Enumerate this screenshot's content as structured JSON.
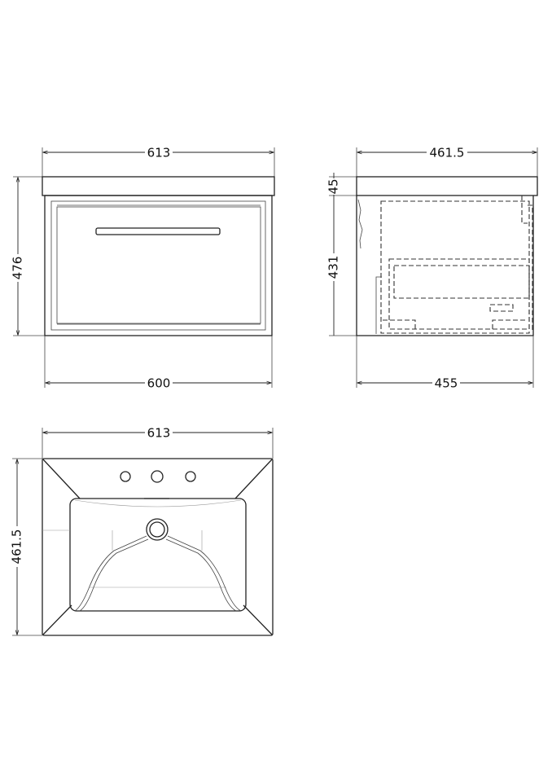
{
  "front_view": {
    "overall_width": "613",
    "overall_height": "476",
    "cabinet_width": "600"
  },
  "side_view": {
    "overall_depth": "461.5",
    "top_thickness": "45",
    "cabinet_height": "431",
    "cabinet_depth": "455"
  },
  "plan_view": {
    "width": "613",
    "depth": "461.5"
  }
}
